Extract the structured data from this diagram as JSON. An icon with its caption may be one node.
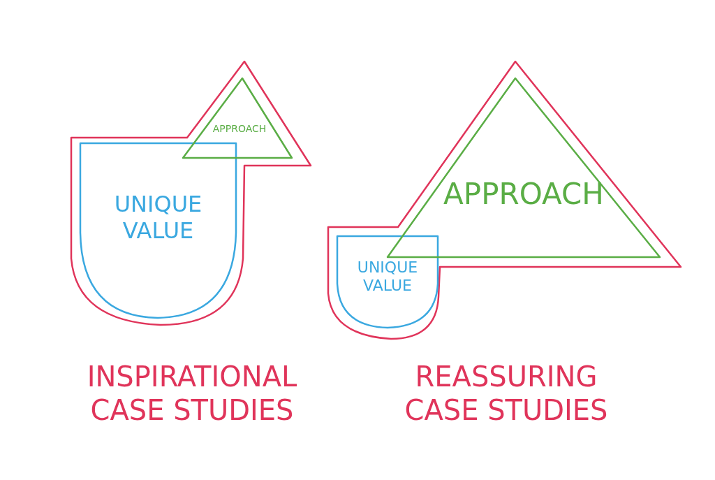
{
  "diagram": {
    "nodes": [
      {
        "text": [
          "INSPIRATIONAL CASE STUDIES"
        ]
      },
      {
        "text": [
          "UNIQUE VALUE"
        ],
        "in": 0
      },
      {
        "text": [
          "APPROACH"
        ],
        "in": 0
      },
      {
        "text": [
          "REASSURING CASE STUDIES"
        ]
      },
      {
        "text": [
          "UNIQUE VALUE"
        ],
        "in": 3
      },
      {
        "text": [
          "APPROACH"
        ],
        "in": 3
      }
    ]
  }
}
